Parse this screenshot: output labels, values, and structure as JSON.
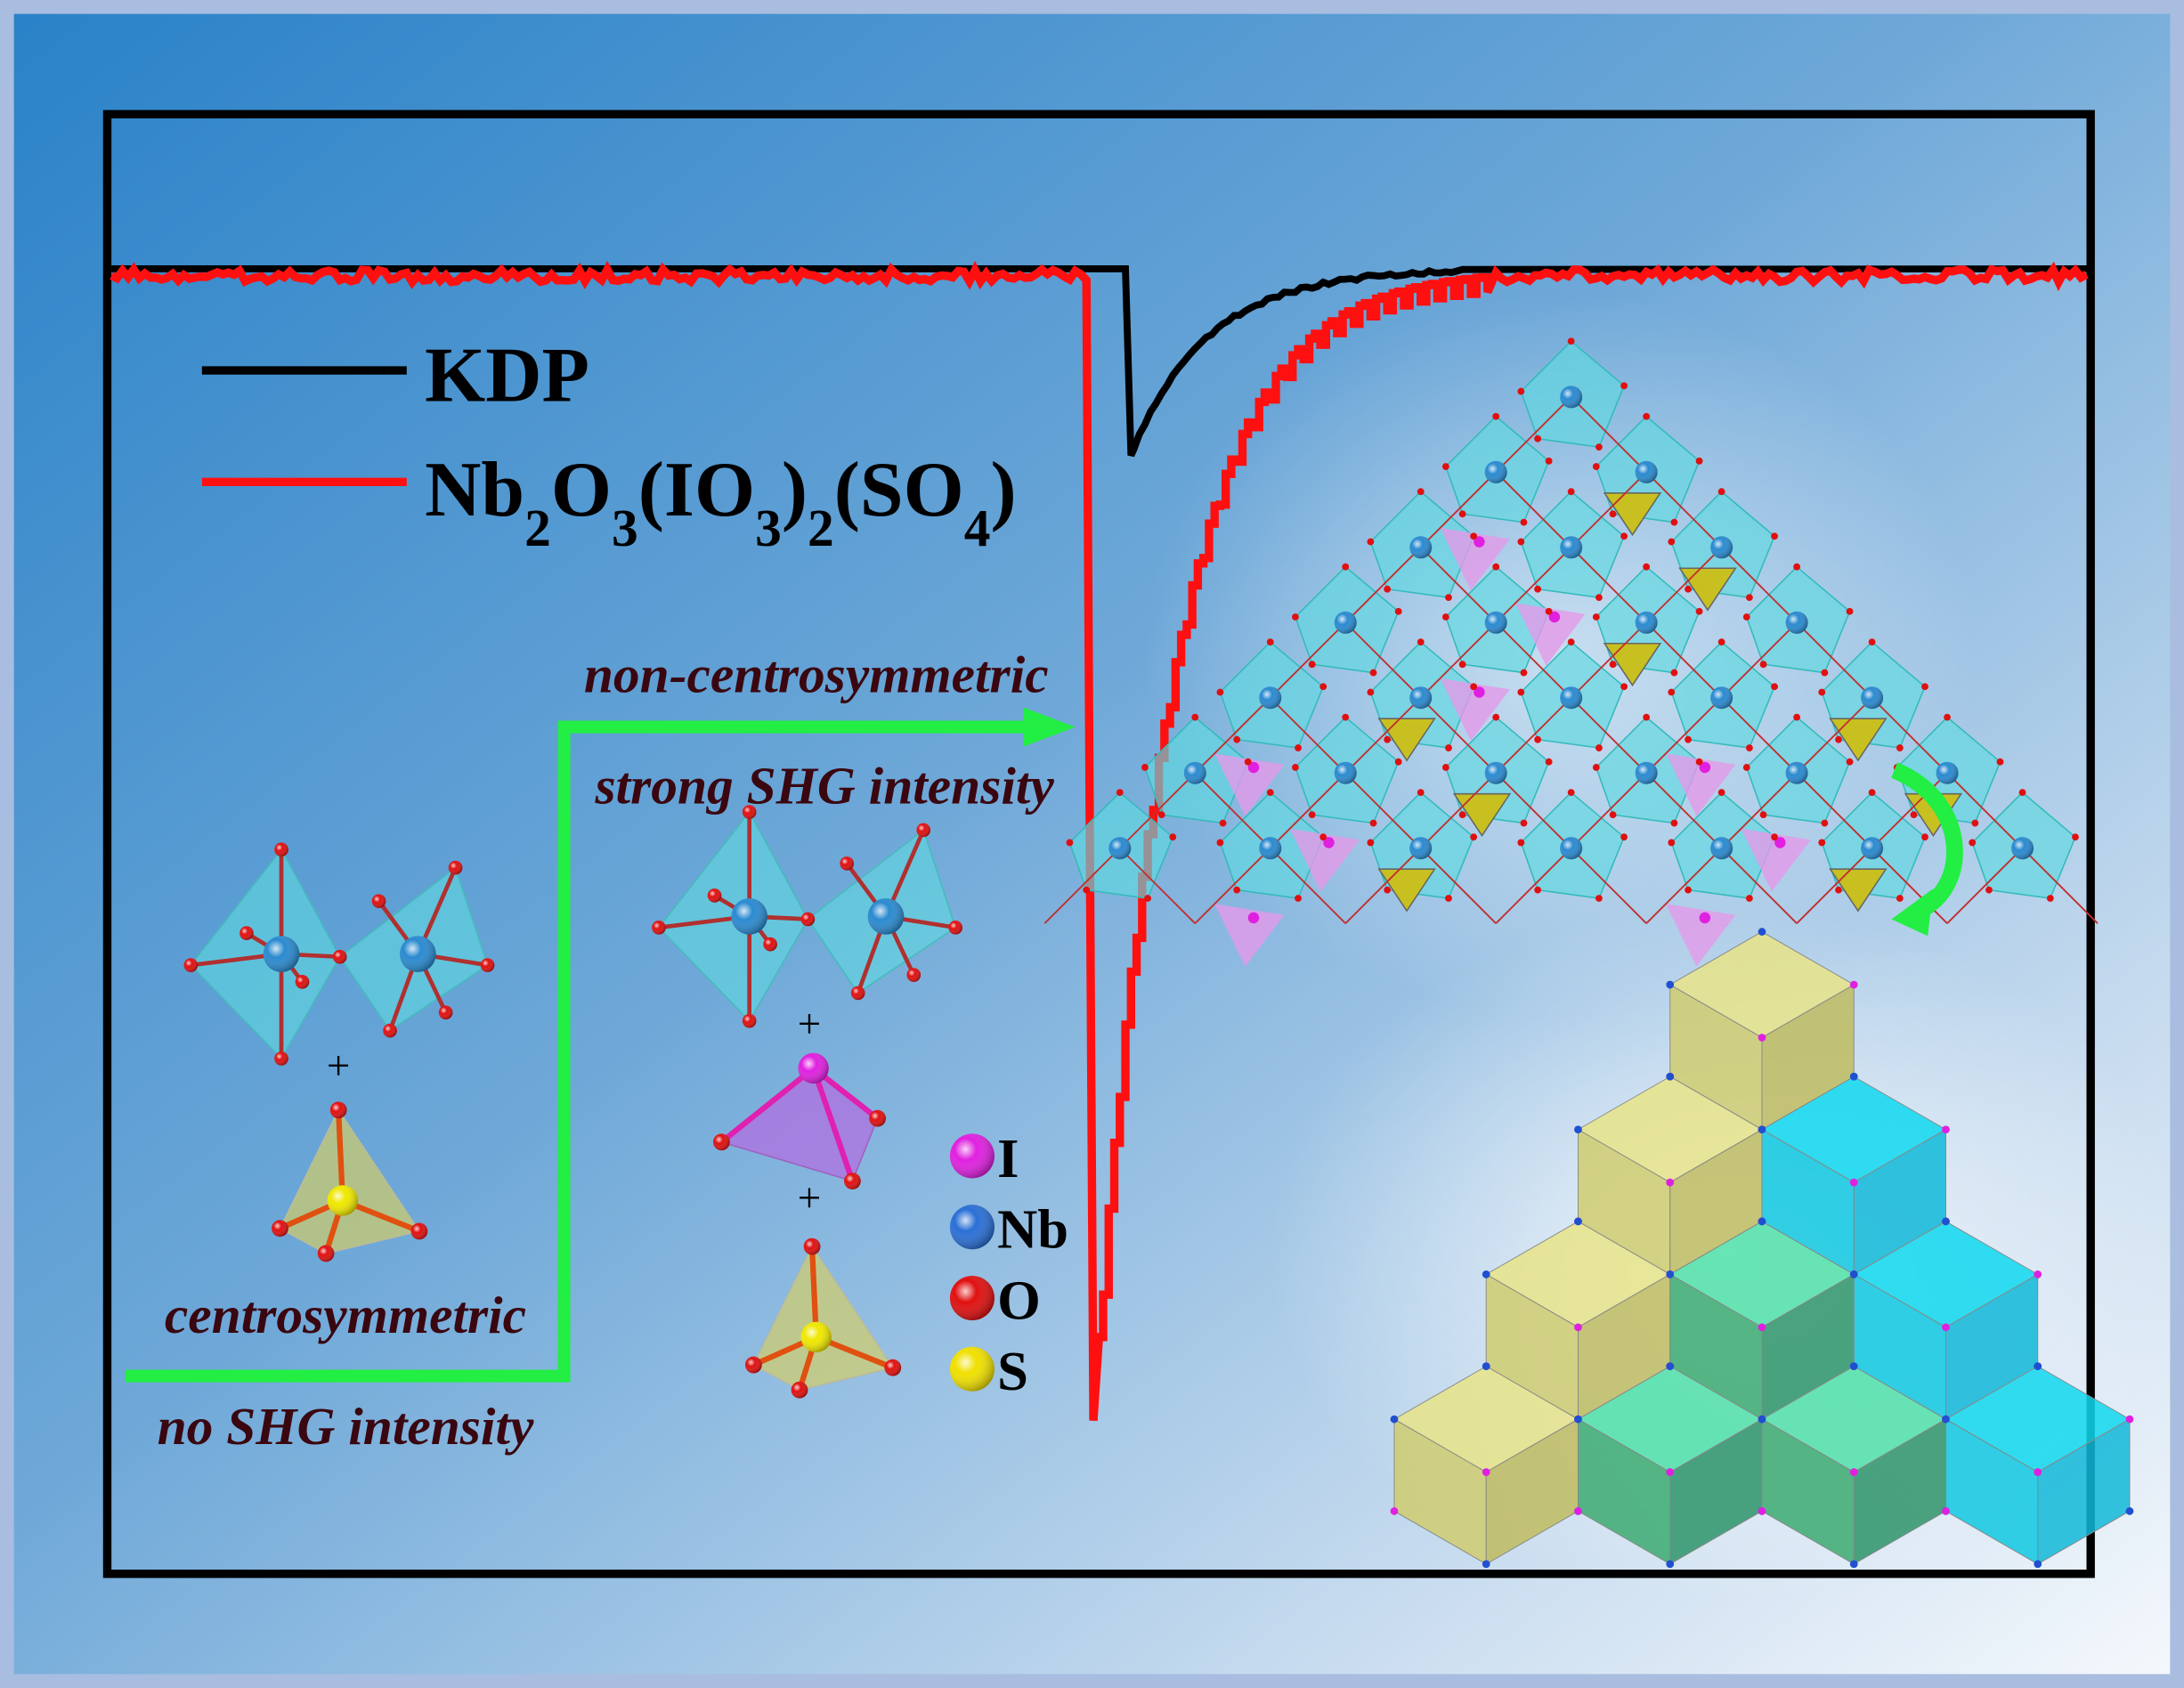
{
  "legend": {
    "kdp_label": "KDP",
    "sample_label": "Nb2O3(IO3)2(SO4)"
  },
  "annotations": {
    "noncentro": "non-centrosymmetric",
    "strong_shg": "strong SHG intensity",
    "centro": "centrosymmetric",
    "no_shg": "no SHG intensity",
    "plus": "+"
  },
  "atom_legend": [
    {
      "symbol": "I",
      "color": "#e020e0"
    },
    {
      "symbol": "Nb",
      "color": "#2a6fd6"
    },
    {
      "symbol": "O",
      "color": "#e01010"
    },
    {
      "symbol": "S",
      "color": "#f0e000"
    }
  ],
  "colors": {
    "kdp": "#000000",
    "sample": "#ff1010",
    "arrow": "#22ee44",
    "text": "#3a0710",
    "octahedron": "#5fd8e0",
    "iodate": "#e49ae8",
    "sulfate": "#d8d060"
  }
}
